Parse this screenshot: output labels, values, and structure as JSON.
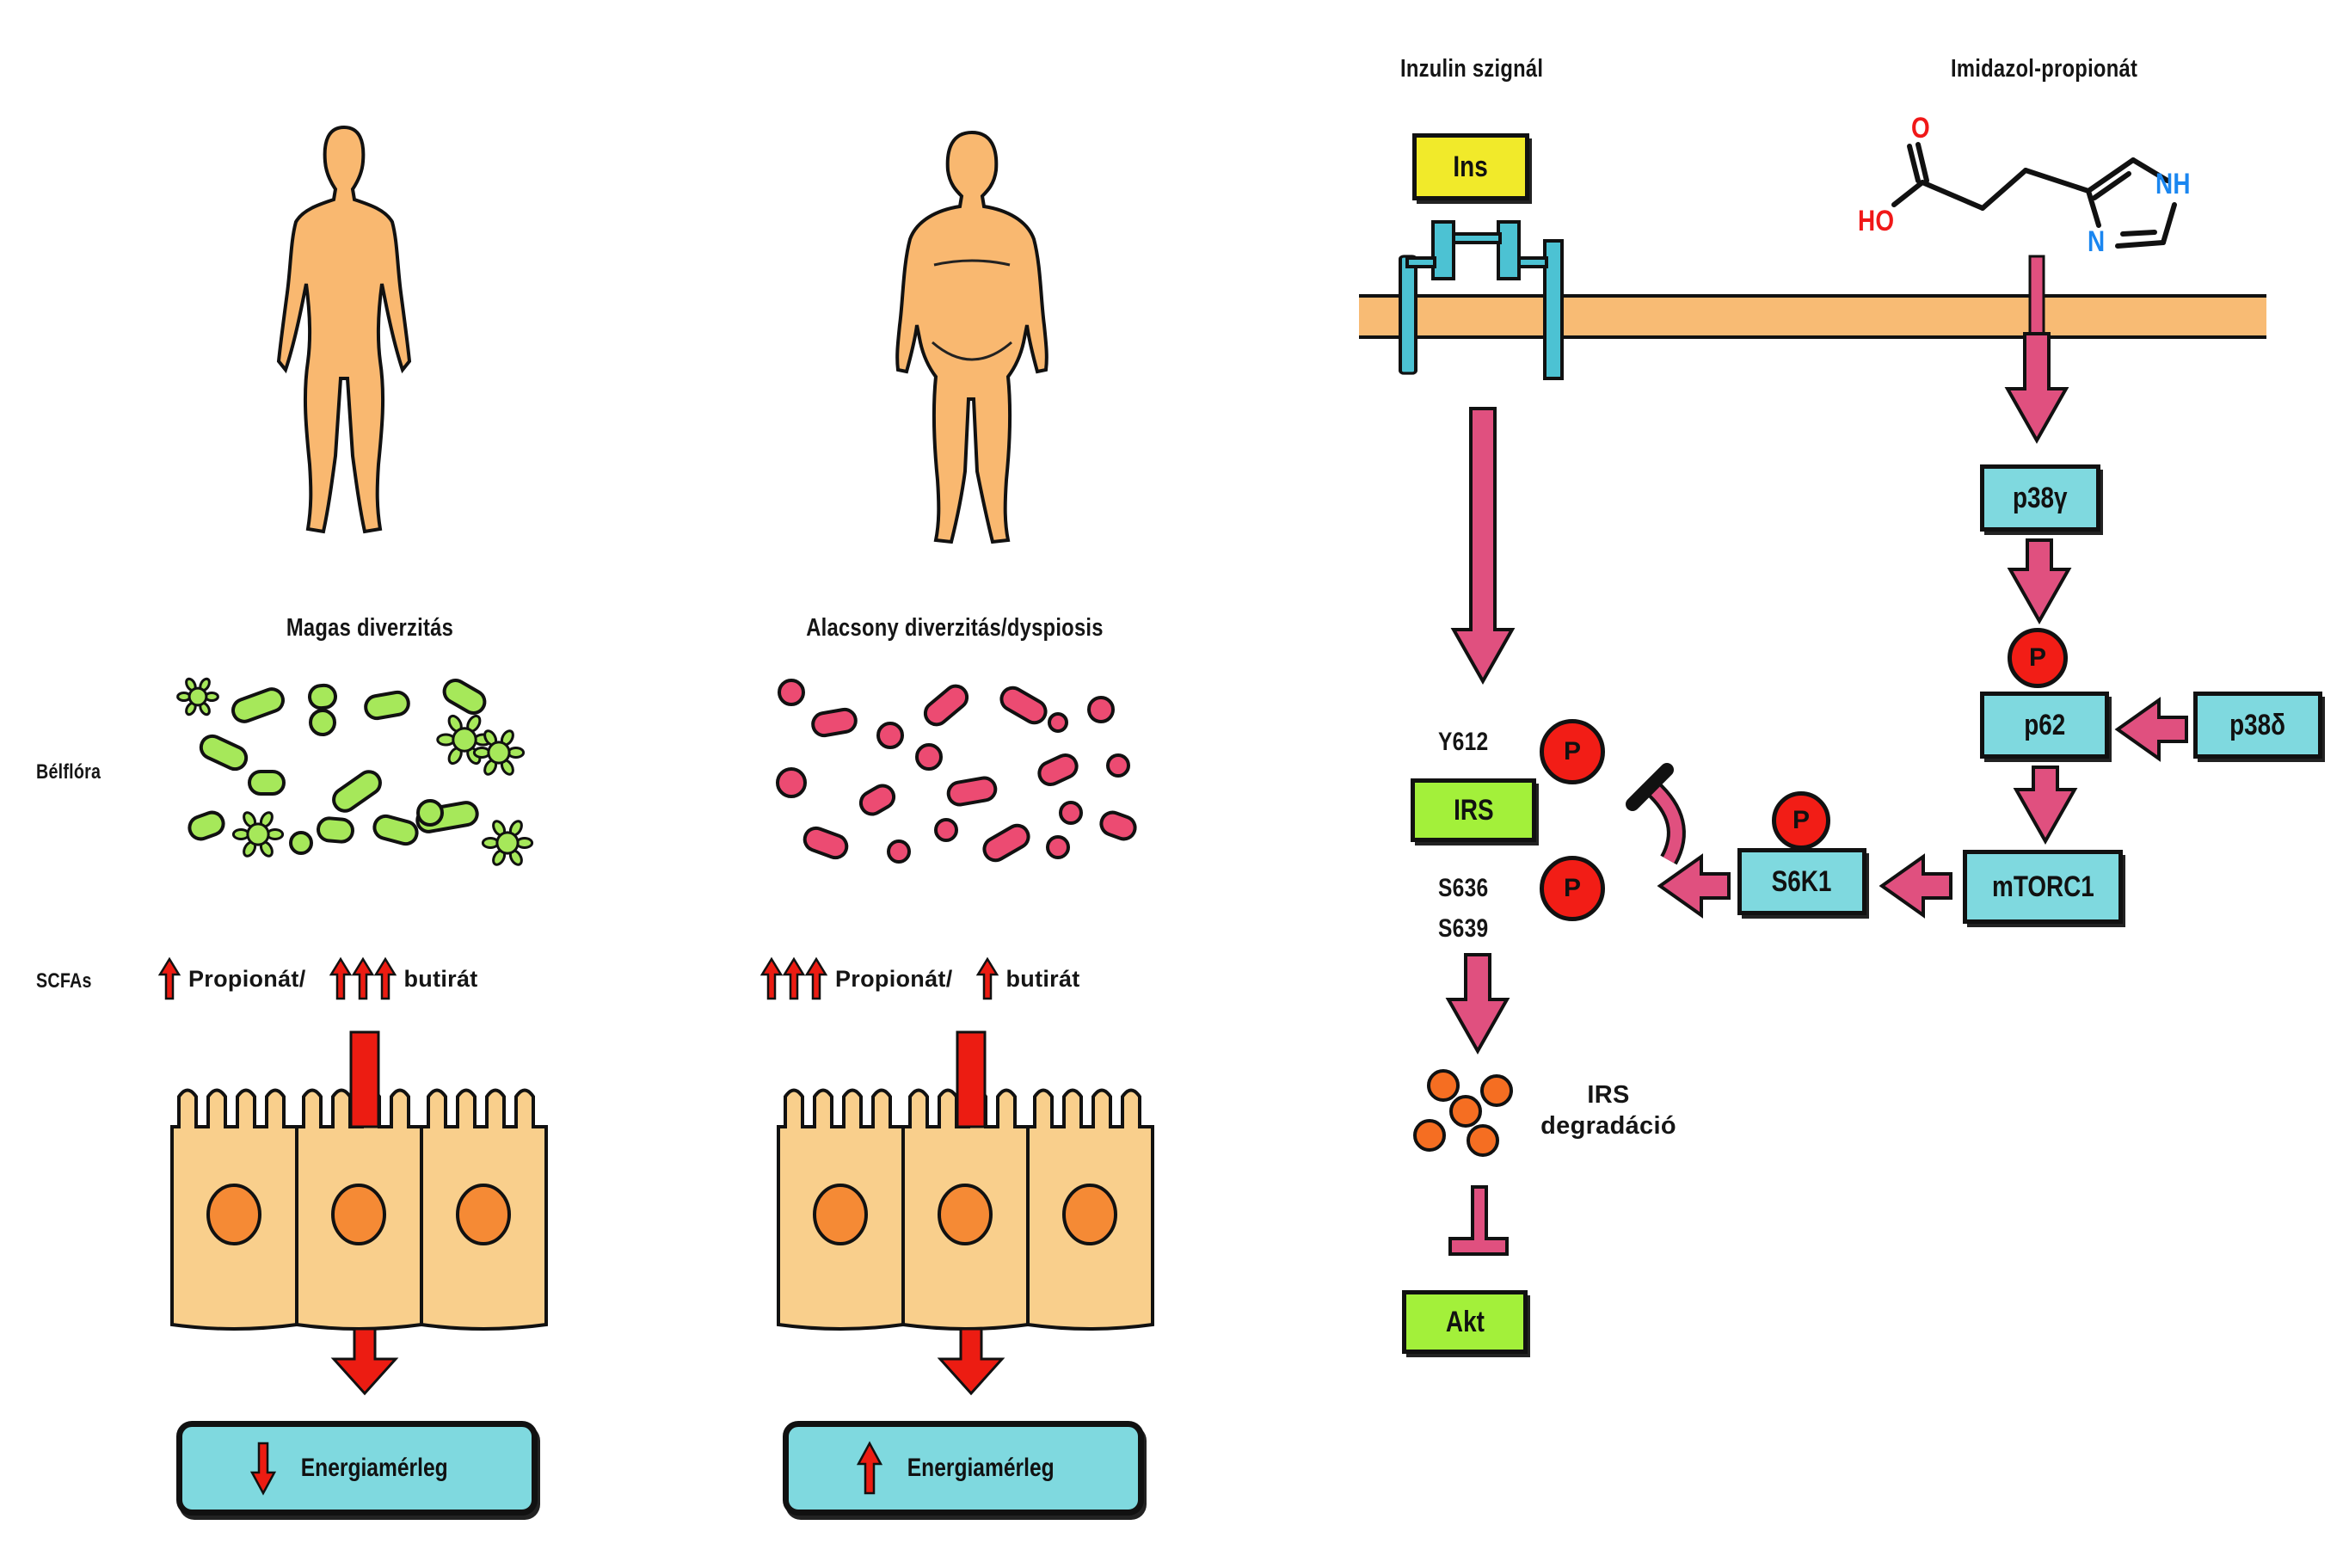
{
  "left_panel": {
    "row_labels": {
      "gut_flora": "Bélflóra",
      "scfas": "SCFAs"
    },
    "columns": [
      {
        "id": "lean",
        "figure": "lean-human-figure",
        "heading": "Magas diverzitás",
        "bacteria_color": "#a6e85a",
        "scfa": {
          "propionate_arrows": 1,
          "propionate_label": "Propionát/",
          "butyrate_arrows": 3,
          "butyrate_label": "butirát"
        },
        "energy": {
          "direction": "down",
          "label": "Energiamérleg"
        }
      },
      {
        "id": "obese",
        "figure": "obese-human-figure",
        "heading": "Alacsony diverzitás/dyspiosis",
        "bacteria_color": "#ec4b72",
        "scfa": {
          "propionate_arrows": 3,
          "propionate_label": "Propionát/",
          "butyrate_arrows": 1,
          "butyrate_label": "butirát"
        },
        "energy": {
          "direction": "up",
          "label": "Energiamérleg"
        }
      }
    ]
  },
  "right_panel": {
    "headings": {
      "insulin": "Inzulin szignál",
      "imidazole": "Imidazol-propionát"
    },
    "molecule": {
      "o": "O",
      "ho": "HO",
      "n": "N",
      "nh": "NH"
    },
    "nodes": {
      "ins": "Ins",
      "p38g": "p38γ",
      "p62": "p62",
      "p38d": "p38δ",
      "mtorc1": "mTORC1",
      "s6k1": "S6K1",
      "irs": "IRS",
      "akt": "Akt"
    },
    "phospho_label": "P",
    "sites": {
      "y612": "Y612",
      "s636": "S636",
      "s639": "S639"
    },
    "degradation": {
      "line1": "IRS",
      "line2": "degradáció"
    }
  },
  "colors": {
    "skin": "#f9b870",
    "membrane": "#f8bb74",
    "receptor": "#4cc2d3",
    "pathway_arrow": "#e0507f",
    "red_arrow": "#ec1c12",
    "phospho": "#f21d16",
    "cyan_box": "#7fd9df",
    "green_box": "#a3f03a",
    "yellow_box": "#f1ea2a",
    "cell": "#f9cf8c",
    "nucleus": "#f58a35"
  }
}
